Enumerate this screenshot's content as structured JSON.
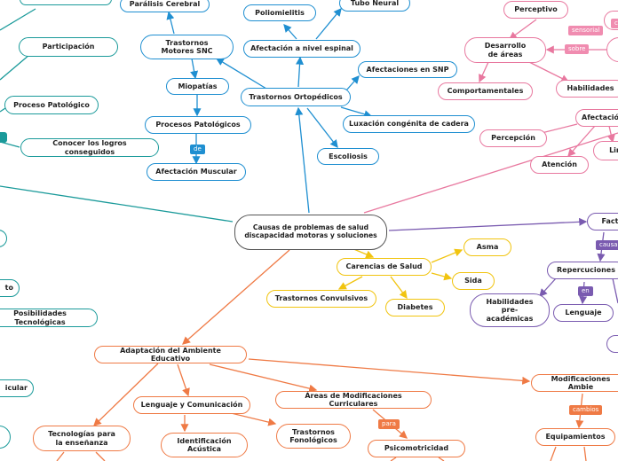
{
  "central": "Causas de problemas de salud discapacidad motoras y soluciones",
  "blue_branch": {
    "paralisis": "Parálisis Cerebral",
    "poliomielitis": "Poliomielitis",
    "tubo_neural": "Tubo Neural",
    "trastornos_snc": "Trastornos\nMotores SNC",
    "afectacion_espinal": "Afectación a nivel espinal",
    "afecciones_snp": "Afectaciones en SNP",
    "miopatias": "Miopatías",
    "trastornos_ortopedicos": "Trastornos Ortopédicos",
    "procesos_patologicos": "Procesos Patológicos",
    "luxacion": "Luxación congénita de cadera",
    "tag_de": "de",
    "afectacion_muscular": "Afectación Muscular",
    "escoliosis": "Escoliosis"
  },
  "teal_branch": {
    "participacion": "Participación",
    "proceso_patologico": "Proceso Patológico",
    "conocer_logros": "Conocer los logros conseguidos",
    "posibilidades_tecnologicas": "Posibilidades Tecnológicas",
    "to_fragment": "to",
    "curricular_fragment": "icular"
  },
  "pink_branch": {
    "perceptivo": "Perceptivo",
    "tag_sensorial": "sensorial",
    "tag_cut": "co",
    "desarrollo_areas": "Desarrollo\nde áreas",
    "tag_sobre": "sobre",
    "comportamentales": "Comportamentales",
    "habilidades": "Habilidades",
    "afectacion": "Afectació",
    "percepcion": "Percepción",
    "atencion": "Atención",
    "limitaciones": "Limi"
  },
  "purple_branch": {
    "factores": "Facto",
    "tag_causan": "causa",
    "repercusiones": "Repercuciones",
    "tag_en": "en",
    "habilidades_preacademicas": "Habilidades\npre-\nacadémicas",
    "lenguaje": "Lenguaje"
  },
  "yellow_branch": {
    "carencias": "Carencias de Salud",
    "asma": "Asma",
    "sida": "Sida",
    "trastornos_convulsivos": "Trastornos Convulsivos",
    "diabetes": "Diabetes"
  },
  "orange_branch": {
    "adaptacion": "Adaptación del Ambiente Educativo",
    "modificaciones": "Modificaciones Ambie",
    "tag_cambios": "cambios",
    "equipamientos": "Equipamientos",
    "tecnologias": "Tecnologías para\nla enseñanza",
    "lenguaje_comunicacion": "Lenguaje y Comunicación",
    "areas_modificaciones": "Áreas de Modificaciones Curriculares",
    "identificacion": "Identificación\nAcústica",
    "trastornos_fonologicos": "Trastornos\nFonológicos",
    "tag_para": "para",
    "psicomotricidad": "Psicomotricidad"
  },
  "colors": {
    "blue": "#1f8fd1",
    "teal": "#1a9a9a",
    "pink": "#e8789f",
    "purple": "#7a5bb0",
    "yellow": "#f1c40f",
    "orange": "#ef7a45",
    "central_border": "#555555"
  }
}
